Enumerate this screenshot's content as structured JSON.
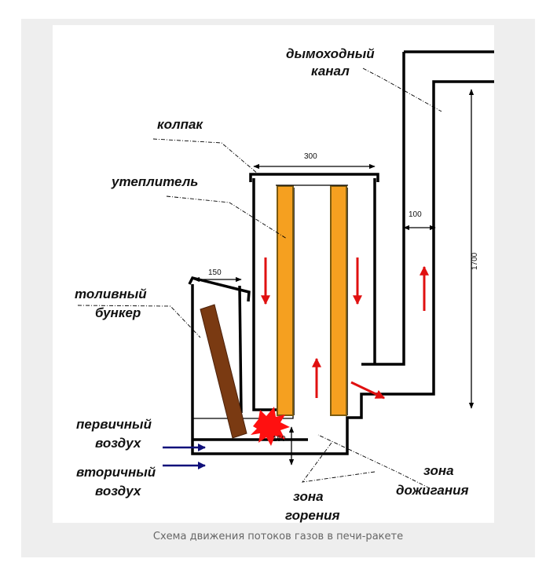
{
  "caption": "Схема движения потоков газов в печи-ракете",
  "labels": {
    "chimney_line1": "дымоходный",
    "chimney_line2": "канал",
    "cap": "колпак",
    "insulation": "утеплитель",
    "bunker_line1": "толивный",
    "bunker_line2": "бункер",
    "primary_line1": "первичный",
    "primary_line2": "воздух",
    "secondary_line1": "вторичный",
    "secondary_line2": "воздух",
    "afterburn_line1": "зона",
    "afterburn_line2": "дожигания",
    "combustion_line1": "зона",
    "combustion_line2": "горения"
  },
  "dimensions": {
    "cap_width": "300",
    "channel_gap": "100",
    "height": "1700",
    "bunker_width": "150",
    "channel_height": "150"
  },
  "colors": {
    "insulation": "#f5a020",
    "insulation_edge": "#7a5a10",
    "flow_arrow": "#e01010",
    "air_arrow": "#10107a",
    "fuel_log": "#7a3a12",
    "flame": "#ff1010"
  },
  "icons": {
    "flame": "flame-burst-icon"
  }
}
